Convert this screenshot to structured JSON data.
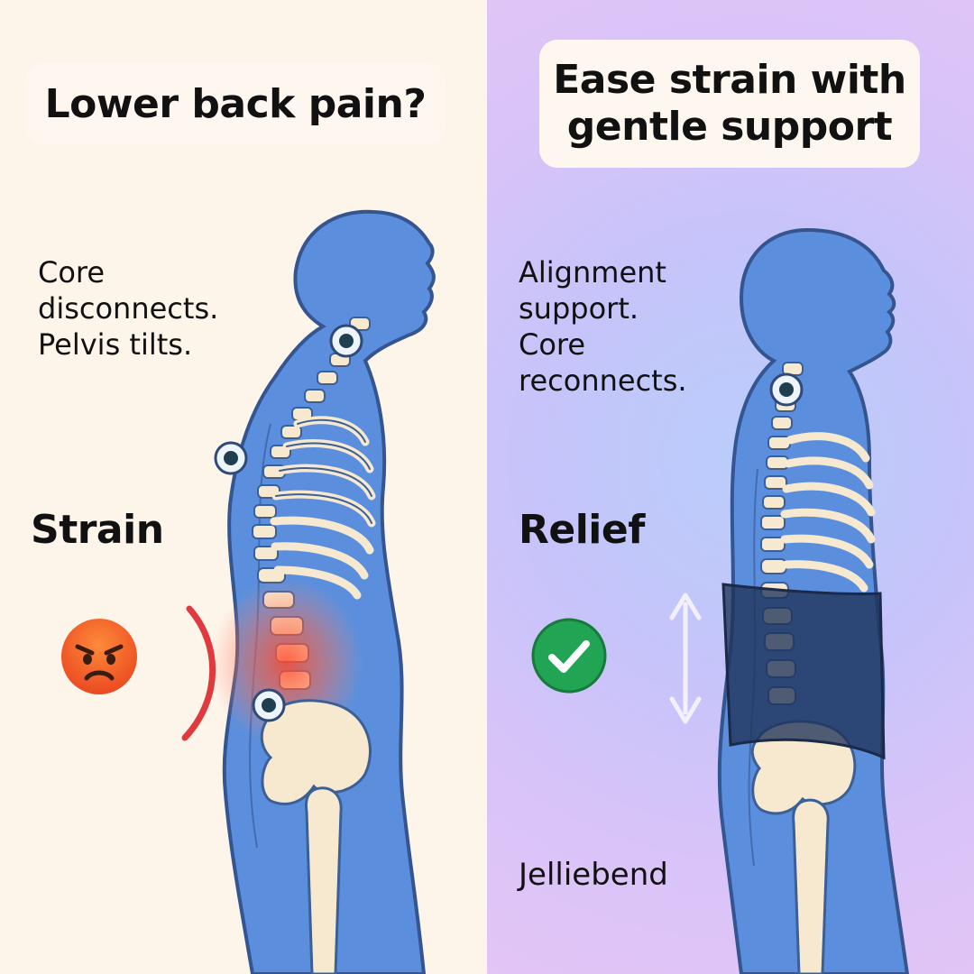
{
  "left": {
    "heading": "Lower back pain?",
    "description": [
      "Core",
      "disconnects.",
      "Pelvis tilts."
    ],
    "state": "Strain",
    "emoji_icon": "angry-face-icon"
  },
  "right": {
    "heading": [
      "Ease strain with",
      "gentle support"
    ],
    "description": [
      "Alignment",
      "support.",
      "Core",
      "reconnects."
    ],
    "state": "Relief",
    "emoji_icon": "check-circle-icon",
    "brand": "Jelliebend"
  },
  "colors": {
    "left_background": "#fdf4ea",
    "right_background": "#d9c3f8",
    "body": "#5b8fdd",
    "bone": "#f6e9cf",
    "pain": "#ff5a3c",
    "brace": "#1f3358",
    "check": "#22a455"
  }
}
